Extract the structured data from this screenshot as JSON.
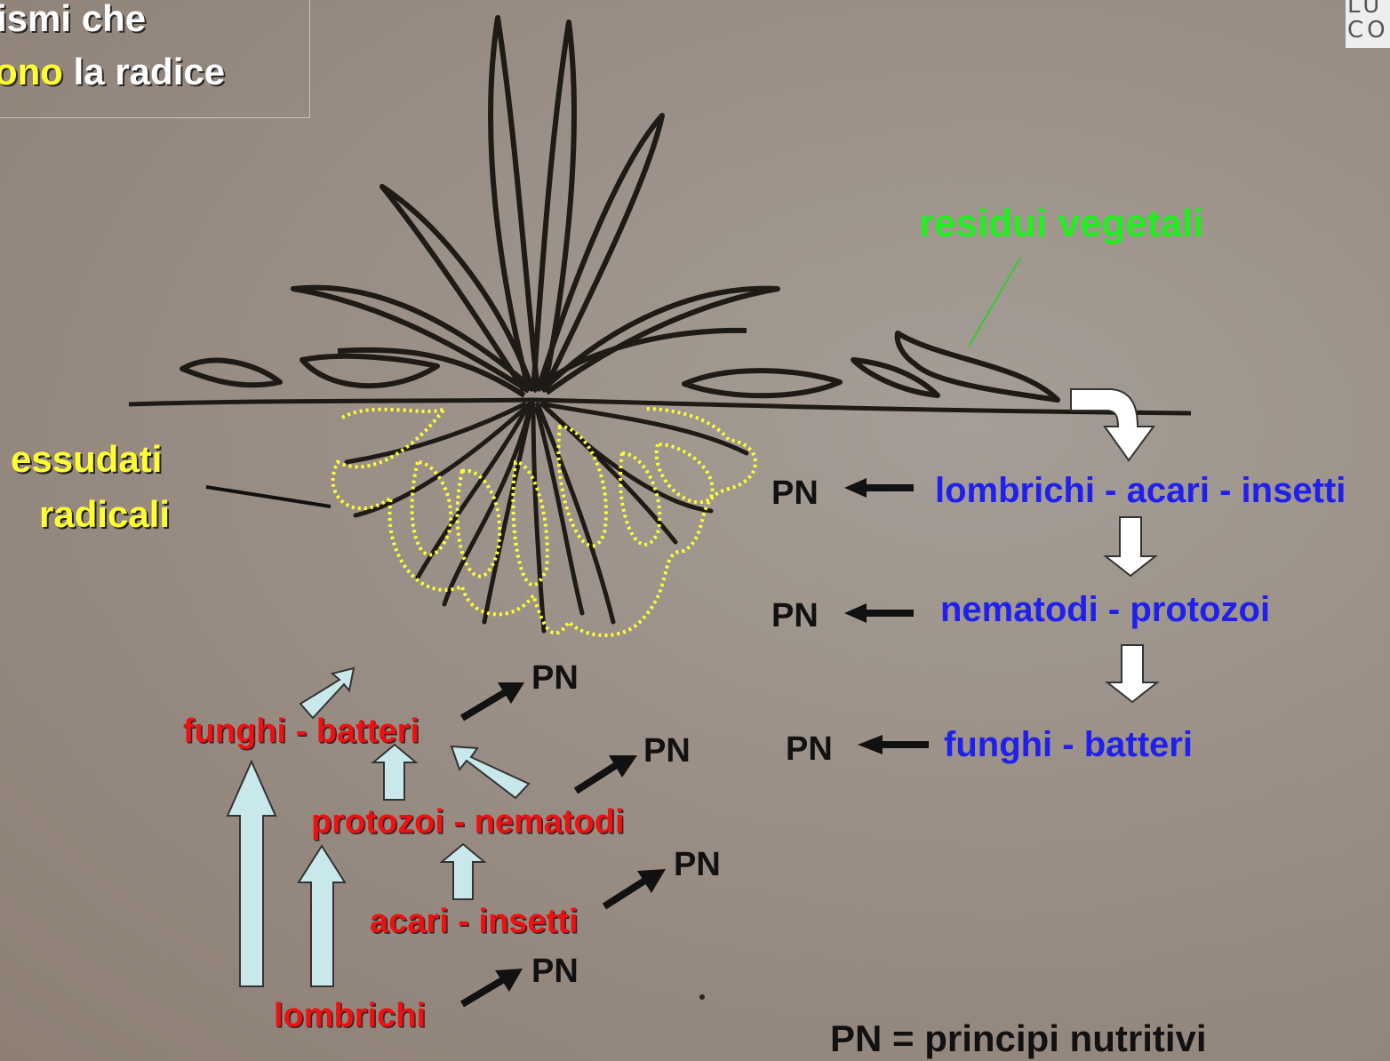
{
  "title": {
    "line1": "ismi che",
    "line2_highlight": "ono",
    "line2_rest": " la radice"
  },
  "logo": {
    "line1": "LU",
    "line2": "CO"
  },
  "labels": {
    "root_exudates_1": "essudati",
    "root_exudates_2": "radicali",
    "plant_residues": "residui vegetali"
  },
  "right_chain": [
    {
      "text": "lombrichi - acari - insetti",
      "pn": "PN"
    },
    {
      "text": "nematodi - protozoi",
      "pn": "PN"
    },
    {
      "text": "funghi - batteri",
      "pn": "PN"
    }
  ],
  "left_chain": {
    "fungi_bacteria": "funghi - batteri",
    "protozoa_nematodes": "protozoi - nematodi",
    "mites_insects": "acari - insetti",
    "earthworms": "lombrichi",
    "pn_fungi": "PN",
    "pn_protozoa": "PN",
    "pn_mites": "PN",
    "pn_earthworms": "PN"
  },
  "legend": "PN = principi nutritivi",
  "colors": {
    "yellow": "#ffff33",
    "green": "#22ee22",
    "blue": "#2020ee",
    "red": "#ee1111",
    "light_arrow": "#c8e8ec",
    "ink": "#1e1a16"
  }
}
